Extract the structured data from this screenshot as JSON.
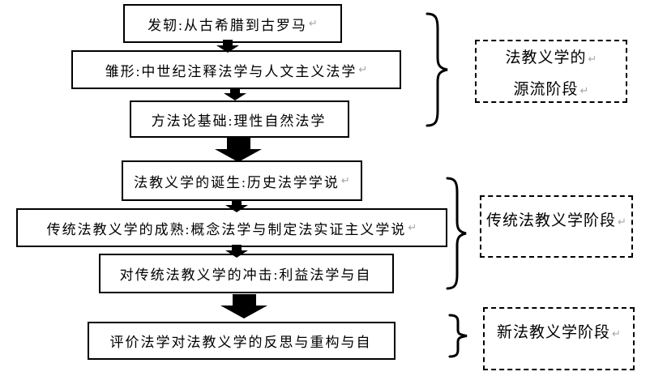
{
  "flow_boxes": [
    {
      "text": "发轫:从古希腊到古罗马",
      "mark": "↵"
    },
    {
      "text": "雏形:中世纪注释法学与人文主义法学",
      "mark": "↵"
    },
    {
      "text": "方法论基础:理性自然法学",
      "mark": ""
    },
    {
      "text": "法教义学的诞生:历史法学学说",
      "mark": "↵"
    },
    {
      "text": "传统法教义学的成熟:概念法学与制定法实证主义学说",
      "mark": "↵"
    },
    {
      "text": "对传统法教义学的冲击:利益法学与自",
      "mark": ""
    },
    {
      "text": "评价法学对法教义学的反思与重构与自",
      "mark": ""
    }
  ],
  "stage_labels": [
    {
      "line1": "法教义学的",
      "line1_mark": "↵",
      "line2": "源流阶段",
      "line2_mark": "↵"
    },
    {
      "line1": "传统法教义学阶段",
      "line1_mark": "↵"
    },
    {
      "line1": "新法教义学阶段",
      "line1_mark": "↵"
    }
  ],
  "colors": {
    "ink": "#000000",
    "background": "#ffffff",
    "return_mark": "#a6a6a6"
  }
}
